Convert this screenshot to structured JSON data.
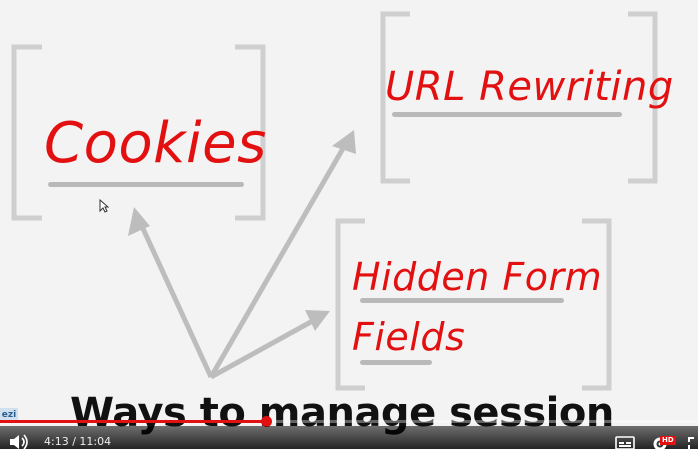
{
  "slide": {
    "nodes": {
      "cookies": "Cookies",
      "url_rewriting": "URL Rewriting",
      "hidden_form_line1": "Hidden Form",
      "hidden_form_line2": "Fields"
    },
    "caption": "Ways to manage session",
    "watermark": "ezi"
  },
  "player": {
    "current_time": "4:13",
    "separator": " / ",
    "duration": "11:04",
    "progress": 0.381,
    "hd_badge": "HD",
    "accent": "#e21010"
  },
  "icons": {
    "volume": "volume-icon",
    "subtitles": "subtitles-icon",
    "settings": "settings-gear-icon",
    "fullscreen": "fullscreen-icon",
    "cursor": "mouse-cursor-icon"
  }
}
